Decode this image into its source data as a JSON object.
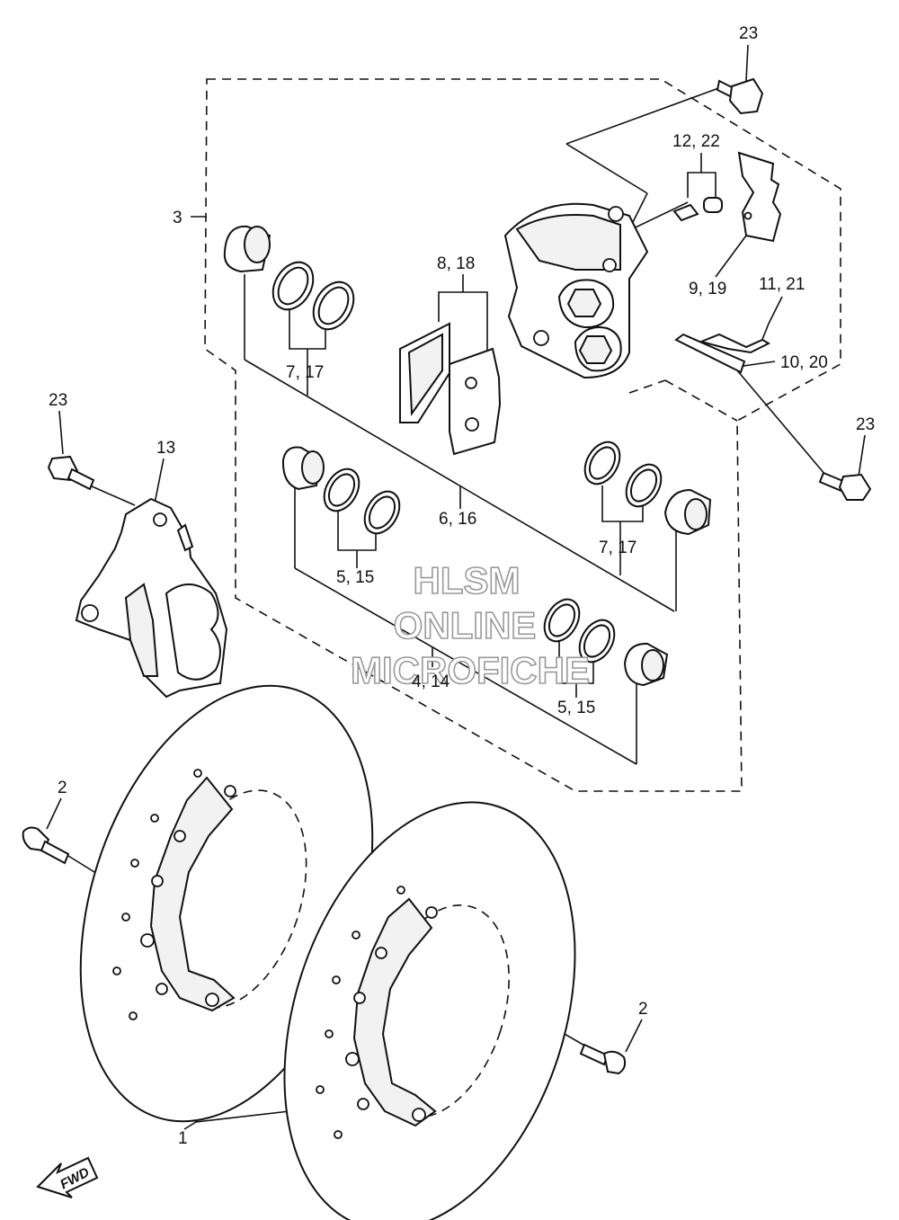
{
  "callouts": {
    "c23_top": "23",
    "c12_22": "12, 22",
    "c3": "3",
    "c8_18": "8, 18",
    "c9_19": "9, 19",
    "c11_21": "11, 21",
    "c10_20": "10, 20",
    "c7_17_upper": "7, 17",
    "c23_left": "23",
    "c23_right": "23",
    "c13": "13",
    "c6_16": "6, 16",
    "c7_17_lower": "7, 17",
    "c5_15_left": "5, 15",
    "c4_14": "4, 14",
    "c5_15_right": "5, 15",
    "c2_left": "2",
    "c2_right": "2",
    "c1": "1"
  },
  "watermark": {
    "line1": "HLSM",
    "line2": "ONLINE",
    "line3": "MICROFICHE"
  },
  "direction_marker": {
    "label": "FWD"
  }
}
